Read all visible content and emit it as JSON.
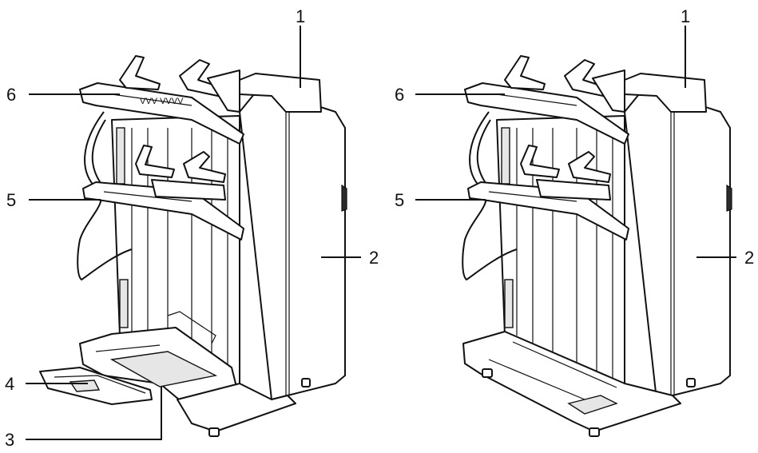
{
  "figure": {
    "left_unit": {
      "callouts": [
        "1",
        "2",
        "3",
        "4",
        "5",
        "6"
      ]
    },
    "right_unit": {
      "callouts": [
        "1",
        "2",
        "5",
        "6"
      ]
    }
  },
  "colors": {
    "line": "#111111",
    "background": "#ffffff",
    "fill_dark": "#2b2b2b",
    "fill_grey": "#e6e6e6"
  }
}
